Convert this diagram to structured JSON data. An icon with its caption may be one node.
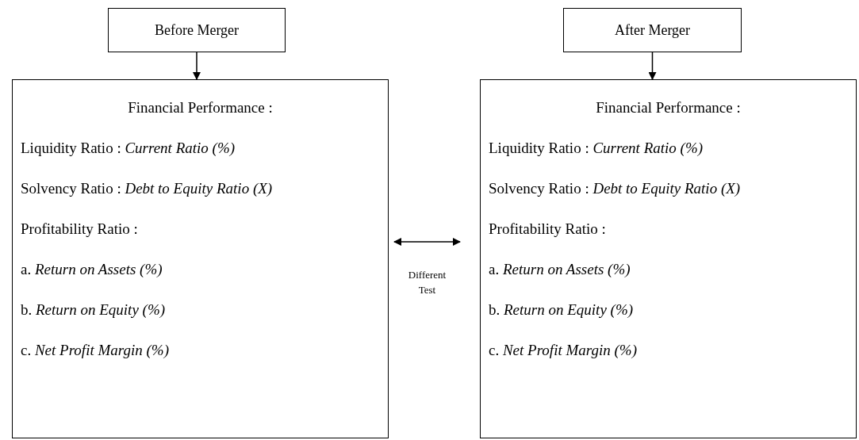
{
  "diagram": {
    "nodes": [
      {
        "text": [
          "Before Merger"
        ]
      },
      {
        "text": [
          "Financial Performance :",
          "Liquidity Ratio : *Current Ratio (%)*",
          "Solvency Ratio : *Debt to Equity Ratio (X)*",
          "Profitability Ratio :",
          "a. *Return on Assets (%)*",
          "b. *Return on Equity (%)*",
          "c. *Net Profit Margin (%)*"
        ]
      },
      {
        "text": [
          "After Merger"
        ]
      },
      {
        "text": [
          "Financial Performance :",
          "Liquidity Ratio : *Current Ratio (%)*",
          "Solvency Ratio : *Debt to Equity Ratio (X)*",
          "Profitability Ratio :",
          "a. *Return on Assets (%)*",
          "b. *Return on Equity (%)*",
          "c. *Net Profit Margin (%)*"
        ]
      }
    ],
    "edges": [
      {
        "from": 0,
        "to": 1,
        "arrow": "to"
      },
      {
        "from": 2,
        "to": 3,
        "arrow": "to"
      },
      {
        "from": 1,
        "to": 3,
        "arrow": "both",
        "label": "Different Test"
      }
    ]
  }
}
